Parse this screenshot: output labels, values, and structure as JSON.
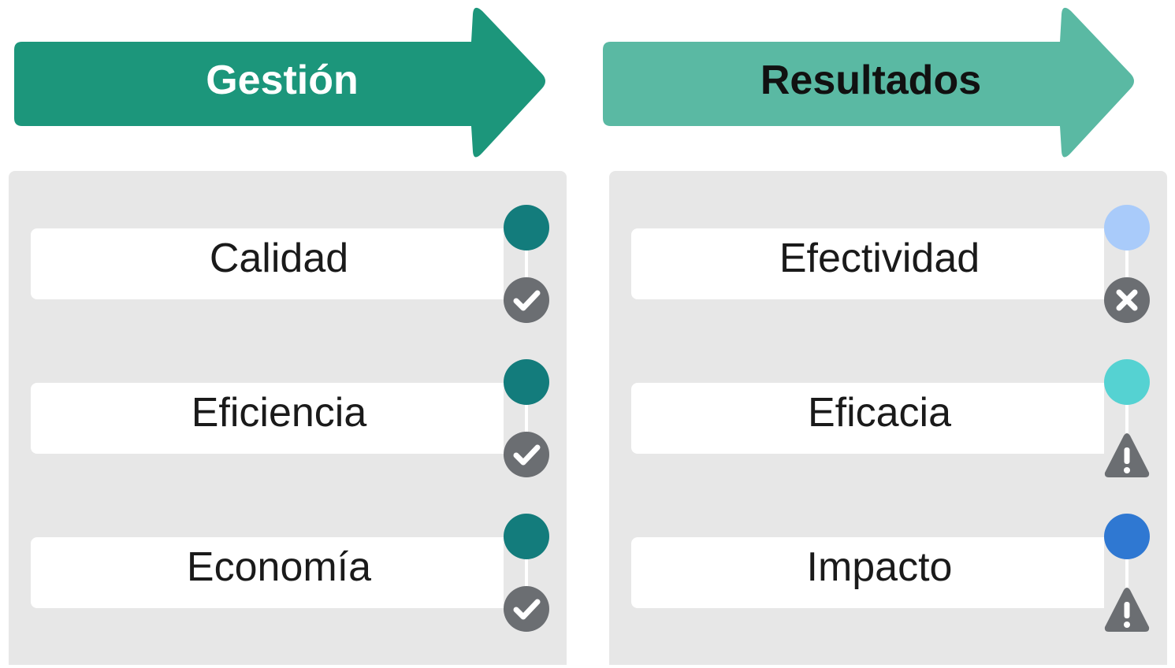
{
  "colors": {
    "gestion_arrow": "#1c967b",
    "resultados_arrow": "#5ab9a3",
    "panel_bg": "#e7e7e7",
    "status_gray": "#6b6e72"
  },
  "gestion": {
    "title": "Gestión",
    "items": [
      {
        "label": "Calidad",
        "dot_color": "#137c7c",
        "status_icon": "check-circle-icon"
      },
      {
        "label": "Eficiencia",
        "dot_color": "#137c7c",
        "status_icon": "check-circle-icon"
      },
      {
        "label": "Economía",
        "dot_color": "#137c7c",
        "status_icon": "check-circle-icon"
      }
    ]
  },
  "resultados": {
    "title": "Resultados",
    "items": [
      {
        "label": "Efectividad",
        "dot_color": "#a9cbfa",
        "status_icon": "x-circle-icon"
      },
      {
        "label": "Eficacia",
        "dot_color": "#55d2d2",
        "status_icon": "warning-triangle-icon"
      },
      {
        "label": "Impacto",
        "dot_color": "#2f78d2",
        "status_icon": "warning-triangle-icon"
      }
    ]
  }
}
